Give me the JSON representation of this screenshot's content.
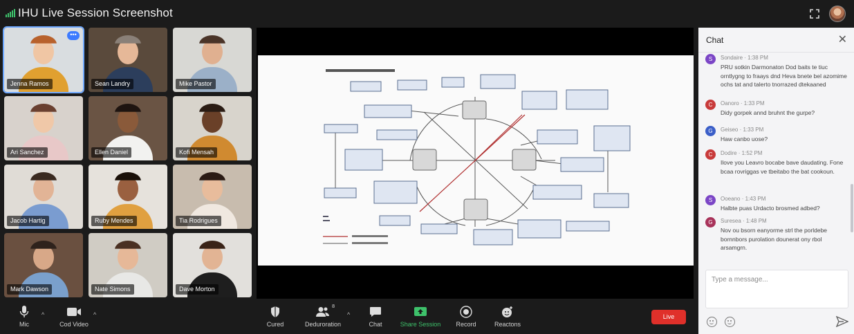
{
  "window": {
    "title": "IHU Live Session Screenshot"
  },
  "participants": [
    {
      "name": "Jenna Ramos",
      "active": true,
      "skin": "#f0c6a4",
      "hair": "#b8612c",
      "shirt": "#e0a030",
      "bg": "#d9dde0"
    },
    {
      "name": "Sean Landry",
      "skin": "#e6b898",
      "hair": "#8a8078",
      "shirt": "#2c3e5c",
      "bg": "#5a4a3c"
    },
    {
      "name": "Mike Pastor",
      "skin": "#e0b090",
      "hair": "#4a3428",
      "shirt": "#9bb0c8",
      "bg": "#d8d8d4"
    },
    {
      "name": "Ari Sanchez",
      "skin": "#f0c8a8",
      "hair": "#6a4030",
      "shirt": "#e8c8c8",
      "bg": "#d8d2cc"
    },
    {
      "name": "Ellen Daniel",
      "skin": "#8a5a3a",
      "hair": "#1e1410",
      "shirt": "#f2f2f0",
      "bg": "#6a5444"
    },
    {
      "name": "Kofi Mensah",
      "skin": "#6a4028",
      "hair": "#2a1c14",
      "shirt": "#d08a30",
      "bg": "#d8d4cc"
    },
    {
      "name": "Jacob Hartig",
      "skin": "#e2b496",
      "hair": "#3a2a20",
      "shirt": "#7a9cd0",
      "bg": "#e0dcd6"
    },
    {
      "name": "Ruby Mendes",
      "skin": "#9a6040",
      "hair": "#1a1008",
      "shirt": "#e0a040",
      "bg": "#e6e2dc"
    },
    {
      "name": "Tia Rodrigues",
      "skin": "#e8bc9c",
      "hair": "#2a1a14",
      "shirt": "#f0e8e0",
      "bg": "#c8bcae"
    },
    {
      "name": "Mark Dawson",
      "skin": "#d8a888",
      "hair": "#2e221c",
      "shirt": "#7aa0cc",
      "bg": "#6a5040"
    },
    {
      "name": "Nate Simons",
      "skin": "#e6b898",
      "hair": "#4a3022",
      "shirt": "#e8e8e6",
      "bg": "#d0ccc4"
    },
    {
      "name": "Dave Morton",
      "skin": "#e2b494",
      "hair": "#3a2418",
      "shirt": "#1e1e1e",
      "bg": "#e2e0dc"
    }
  ],
  "chat": {
    "title": "Chat",
    "messages": [
      {
        "initial": "S",
        "color": "#7b45c6",
        "meta": "Sondaire · 1:38 PM",
        "text": "PRU sotkin Darmonaton Dod baits te tiuc orntlygng to fraays dnd Heva bnete bel azomime ochs tat and talerto tnorrazed dtekaaned"
      },
      {
        "initial": "C",
        "color": "#c83a3a",
        "meta": "Oanoro · 1:33 PM",
        "text": "Didy gorpek annd bruhnt the gurpe?"
      },
      {
        "initial": "G",
        "color": "#3a5ec8",
        "meta": "Geiseo · 1:33 PM",
        "text": "Haw canbo uose?"
      },
      {
        "initial": "C",
        "color": "#c83a3a",
        "meta": "Dodire · 1:52 PM",
        "text": "Ilove you Leavro bocabe bave daudating. Fone bcaa rovriggas ve tbeitabo the bat cookoun."
      },
      {
        "initial": "S",
        "color": "#7b45c6",
        "meta": "Ooeano · 1:43 PM",
        "text": "Halbte puas Urdacto brosmed adbed?"
      },
      {
        "initial": "G",
        "color": "#a8325a",
        "meta": "Suresea · 1:48 PM",
        "text": "Nov ou bsorn eanyorme strl the porldebe bornnbors purolation dounerat ony rbol arsamgrn."
      }
    ],
    "input_placeholder": "Type a message..."
  },
  "toolbar": {
    "mute_label": "Mic",
    "video_label": "Cod Video",
    "security_label": "Cured",
    "participants_label": "Deduroration",
    "participants_count": "8",
    "chat_label": "Chat",
    "share_label": "Share Session",
    "record_label": "Record",
    "reactions_label": "Reactons",
    "live_label": "Live"
  },
  "colors": {
    "accent_green": "#3ec26b",
    "live_red": "#e0302a",
    "active_outline": "#6ea8ff"
  }
}
